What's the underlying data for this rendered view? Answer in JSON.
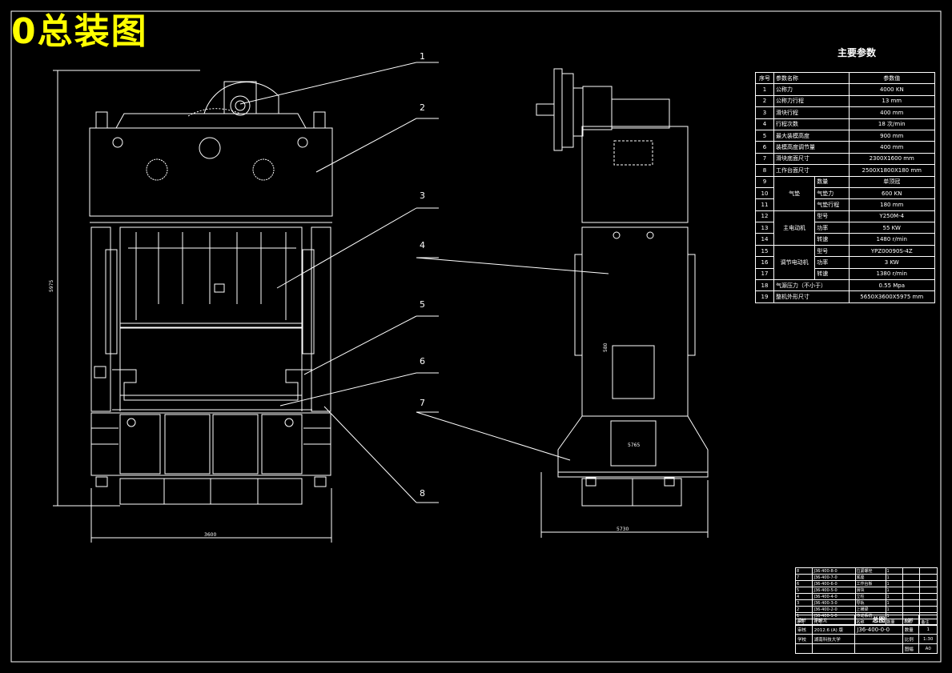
{
  "title": "0总装图",
  "params_title": "主要参数",
  "params_header": [
    "序号",
    "参数名称",
    "参数值"
  ],
  "params_rows": [
    {
      "n": "1",
      "name": "公称力",
      "value": "4000 KN"
    },
    {
      "n": "2",
      "name": "公称力行程",
      "value": "13 mm"
    },
    {
      "n": "3",
      "name": "滑块行程",
      "value": "400 mm"
    },
    {
      "n": "4",
      "name": "行程次数",
      "value": "18 次/min"
    },
    {
      "n": "5",
      "name": "最大装模高度",
      "value": "900 mm"
    },
    {
      "n": "6",
      "name": "装模高度调节量",
      "value": "400 mm"
    },
    {
      "n": "7",
      "name": "滑块底面尺寸",
      "value": "2300X1600 mm"
    },
    {
      "n": "8",
      "name": "工作台面尺寸",
      "value": "2500X1800X180 mm"
    }
  ],
  "params_group_air": {
    "label": "气垫",
    "rows": [
      {
        "n": "9",
        "name": "数量",
        "value": "单顶冠"
      },
      {
        "n": "10",
        "name": "气垫力",
        "value": "600 KN"
      },
      {
        "n": "11",
        "name": "气垫行程",
        "value": "180 mm"
      }
    ]
  },
  "params_group_main": {
    "label": "主电动机",
    "rows": [
      {
        "n": "12",
        "name": "型号",
        "value": "Y250M-4"
      },
      {
        "n": "13",
        "name": "功率",
        "value": "55 KW"
      },
      {
        "n": "14",
        "name": "转速",
        "value": "1480 r/min"
      }
    ]
  },
  "params_group_adj": {
    "label": "调节电动机",
    "rows": [
      {
        "n": "15",
        "name": "型号",
        "value": "YPZ00090S-4Z"
      },
      {
        "n": "16",
        "name": "功率",
        "value": "3 KW"
      },
      {
        "n": "17",
        "name": "转速",
        "value": "1380 r/min"
      }
    ]
  },
  "params_tail": [
    {
      "n": "18",
      "name": "气源压力（不小于）",
      "value": "0.55 Mpa"
    },
    {
      "n": "19",
      "name": "整机外形尺寸",
      "value": "5650X3600X5975 mm"
    }
  ],
  "callouts": [
    "1",
    "2",
    "3",
    "4",
    "5",
    "6",
    "7",
    "8"
  ],
  "dims": {
    "front_height": "5975",
    "front_width": "3600",
    "side_width": "5730",
    "side_inner": "5765",
    "side_small": "580"
  },
  "titleblock": {
    "parts": [
      {
        "a": "8",
        "b": "J36-400-8-0",
        "c": "拉紧螺栓",
        "d": "1"
      },
      {
        "a": "7",
        "b": "J36-400-7-0",
        "c": "底座",
        "d": "1"
      },
      {
        "a": "6",
        "b": "J36-400-6-0",
        "c": "工作台板",
        "d": "1"
      },
      {
        "a": "5",
        "b": "J36-400-5-0",
        "c": "滑块",
        "d": "1"
      },
      {
        "a": "4",
        "b": "J36-400-4-0",
        "c": "立柱",
        "d": "1"
      },
      {
        "a": "3",
        "b": "J36-400-3-0",
        "c": "导轨",
        "d": "1"
      },
      {
        "a": "2",
        "b": "J36-400-2-0",
        "c": "上横梁",
        "d": "1"
      },
      {
        "a": "1",
        "b": "J36-400-1-0",
        "c": "传动系统",
        "d": "1"
      }
    ],
    "header": [
      "序号",
      "代号",
      "名称",
      "数量",
      "材料",
      "备注"
    ],
    "design": "设计",
    "designer": "李晓龙",
    "drawing_name": "总图",
    "material_label": "材料",
    "check_label": "审核",
    "check_val": "2012.6 (A) 版",
    "drawing_no": "J36-400-0-0",
    "count_label": "数量",
    "count_val": "1",
    "school_label": "学校",
    "school_val": "湖南科技大学",
    "scale_label": "比例",
    "scale_val": "1:30",
    "sheet_label": "图幅",
    "sheet_val": "A0"
  }
}
